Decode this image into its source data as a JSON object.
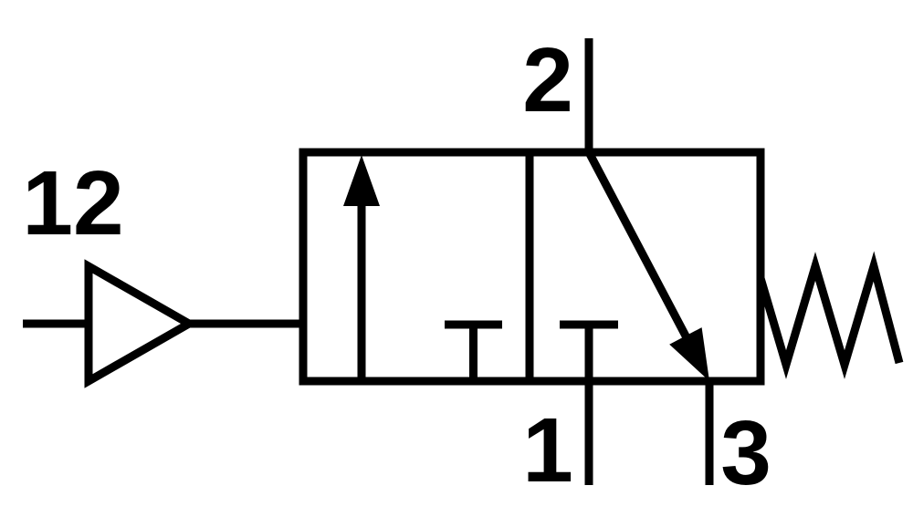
{
  "diagram": {
    "labels": {
      "pilot": "12",
      "port_2": "2",
      "port_1": "1",
      "port_3": "3"
    },
    "colors": {
      "stroke": "#000000",
      "background": "#ffffff"
    },
    "icons": {
      "pilot_triangle": "right-pointing hollow triangle (pneumatic pilot actuator)",
      "spring": "zigzag spring return",
      "flow_arrow_up": "upward filled flow arrow",
      "flow_arrow_diagonal": "diagonal filled flow arrow",
      "blocked_port": "T-shaped blocked port symbol"
    }
  }
}
